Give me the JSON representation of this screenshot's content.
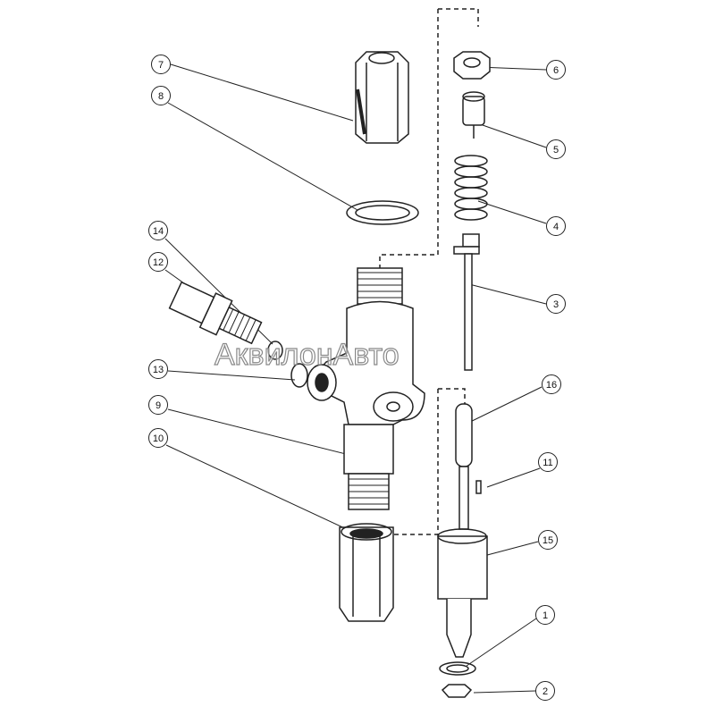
{
  "watermark": "АквилонАвто",
  "callouts": [
    "7",
    "8",
    "14",
    "12",
    "13",
    "9",
    "10",
    "6",
    "5",
    "4",
    "3",
    "16",
    "11",
    "15",
    "1",
    "2"
  ],
  "colors": {
    "ink": "#222222",
    "paper": "#ffffff"
  }
}
